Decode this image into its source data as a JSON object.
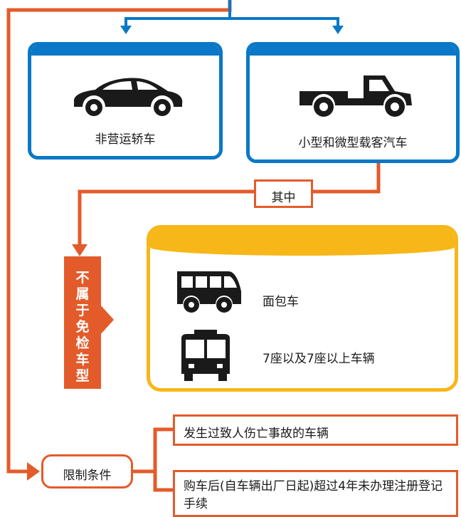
{
  "colors": {
    "blue": "#0a78c6",
    "orange": "#e35b2a",
    "yellow": "#f7b718",
    "icon": "#1a1a1a"
  },
  "cards": [
    {
      "label": "非营运轿车",
      "icon": "sedan-icon"
    },
    {
      "label": "小型和微型载客汽车",
      "icon": "pickup-truck-icon"
    }
  ],
  "subset_label": "其中",
  "exempt_label": "不属于免检车型",
  "exempt_items": [
    {
      "label": "面包车",
      "icon": "van-icon"
    },
    {
      "label": "7座以及7座以上车辆",
      "icon": "bus-icon"
    }
  ],
  "conditions_label": "限制条件",
  "conditions": [
    {
      "text": "发生过致人伤亡事故的车辆"
    },
    {
      "text": "购车后(自车辆出厂日起)超过4年未办理注册登记手续"
    }
  ]
}
